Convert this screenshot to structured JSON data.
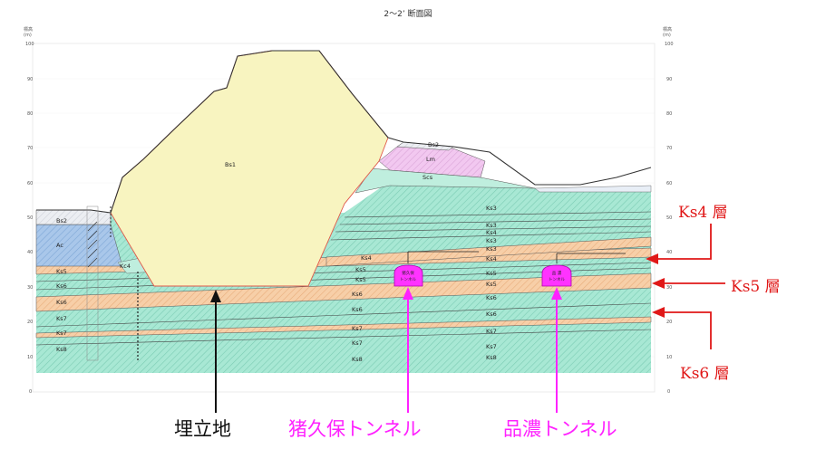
{
  "title": "2～2’ 断面図",
  "axis": {
    "left_caption_1": "標高",
    "left_caption_2": "(m)",
    "right_caption_1": "標高",
    "right_caption_2": "(m)",
    "ticks": [
      "100",
      "90",
      "80",
      "70",
      "60",
      "50",
      "40",
      "30",
      "20",
      "10",
      "0"
    ]
  },
  "layer_labels": {
    "bs1": "Bs1",
    "bs2_left": "Bs2",
    "bs2_right": "Bs2",
    "lm": "Lm",
    "scs": "Scs",
    "ac": "Ac",
    "kc4": "Kc4",
    "right_stack": [
      "Ks3",
      "Ks4",
      "Ks3",
      "Ks3"
    ],
    "ks4_mid": "Ks4",
    "ks4_right": "Ks4",
    "ks5_mid": "Ks5",
    "ks5_right": "Ks5",
    "ks5_b_mid": "Ks5",
    "ks5_b_right": "Ks5",
    "ks6_mid": "Ks6",
    "ks6_right": "Ks6",
    "ks6_low_mid": "Ks6",
    "ks6_low_right": "Ks6",
    "ks7_mid": "Ks7",
    "ks7_right": "Ks7",
    "ks7_b_mid": "Ks7",
    "ks7_b_right": "Ks7",
    "ks8_mid": "Ks8",
    "ks8_right": "Ks8",
    "left_column": [
      "Ks5",
      "Ks6",
      "Ks6",
      "Ks7",
      "Ks7",
      "Ks8"
    ]
  },
  "tunnels": {
    "inokubo_inner_1": "猪久保",
    "inokubo_inner_2": "トンネル",
    "shinano_inner_1": "品 濃",
    "shinano_inner_2": "トンネル"
  },
  "callouts": {
    "ks4": "Ks4 層",
    "ks5": "Ks5 層",
    "ks6": "Ks6 層"
  },
  "bottom_labels": {
    "landfill": "埋立地",
    "inokubo": "猪久保トンネル",
    "shinano": "品濃トンネル"
  },
  "colors": {
    "fill_material": "#f8f4c0",
    "sand_green": "#a8e8d4",
    "ks_orange": "#f7cfa8",
    "lm_pink": "#f2c8f0",
    "ac_blue": "#a9c7ea",
    "tunnel_magenta": "#ff33ff",
    "callout_red": "#e01818"
  }
}
